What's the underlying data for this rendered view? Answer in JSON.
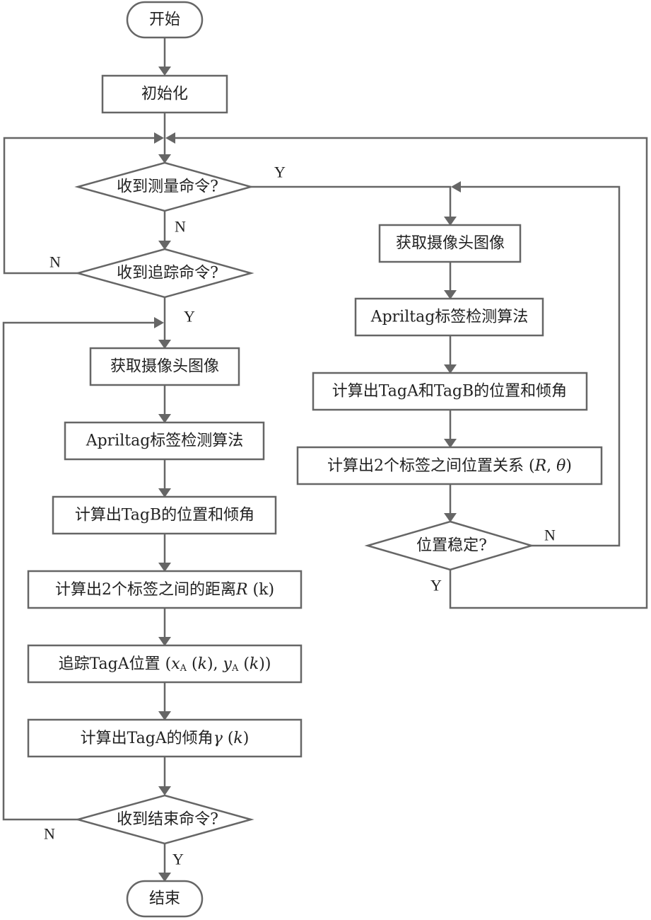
{
  "diagram": {
    "type": "flowchart",
    "nodes": {
      "start": "开始",
      "init": "初始化",
      "q_measure": "收到测量命令?",
      "q_track": "收到追踪命令?",
      "l_capture": "获取摄像头图像",
      "l_apriltag": "Apriltag标签检测算法",
      "l_tagb": "计算出TagB的位置和倾角",
      "l_distance": "计算出2个标签之间的距离R (k)",
      "l_track_pos": "追踪TagA位置 (xA (k), yA (k))",
      "l_tilt": "计算出TagA的倾角γ (k)",
      "q_end": "收到结束命令?",
      "end": "结束",
      "r_capture": "获取摄像头图像",
      "r_apriltag": "Apriltag标签检测算法",
      "r_tagab": "计算出TagA和TagB的位置和倾角",
      "r_relation": "计算出2个标签之间位置关系 (R, θ)",
      "q_stable": "位置稳定?"
    },
    "rich": {
      "l_distance": {
        "pre": "计算出2个标签之间的距离",
        "var": "R",
        "post": " (k)"
      },
      "l_track_pos": {
        "pre": "追踪TagA位置 (",
        "x": "x",
        "xsub": "A",
        "mid1": " (",
        "k1": "k",
        "mid2": "), ",
        "y": "y",
        "ysub": "A",
        "mid3": " (",
        "k2": "k",
        "post": "))"
      },
      "l_tilt": {
        "pre": "计算出TagA的倾角",
        "var": "γ",
        "mid": " (",
        "k": "k",
        "post": ")"
      },
      "r_relation": {
        "pre": "计算出2个标签之间位置关系 (",
        "r": "R",
        "comma": ", ",
        "theta": "θ",
        "post": ")"
      }
    },
    "edge_labels": {
      "measure_yes": "Y",
      "measure_no": "N",
      "track_no": "N",
      "track_yes": "Y",
      "end_no": "N",
      "end_yes": "Y",
      "stable_no": "N",
      "stable_yes": "Y"
    },
    "edges": [
      [
        "start",
        "init"
      ],
      [
        "init",
        "q_measure"
      ],
      [
        "q_measure",
        "r_capture",
        "Y"
      ],
      [
        "q_measure",
        "q_track",
        "N"
      ],
      [
        "q_track",
        "q_measure",
        "N"
      ],
      [
        "q_track",
        "l_capture",
        "Y"
      ],
      [
        "l_capture",
        "l_apriltag"
      ],
      [
        "l_apriltag",
        "l_tagb"
      ],
      [
        "l_tagb",
        "l_distance"
      ],
      [
        "l_distance",
        "l_track_pos"
      ],
      [
        "l_track_pos",
        "l_tilt"
      ],
      [
        "l_tilt",
        "q_end"
      ],
      [
        "q_end",
        "l_capture",
        "N"
      ],
      [
        "q_end",
        "end",
        "Y"
      ],
      [
        "r_capture",
        "r_apriltag"
      ],
      [
        "r_apriltag",
        "r_tagab"
      ],
      [
        "r_tagab",
        "r_relation"
      ],
      [
        "r_relation",
        "q_stable"
      ],
      [
        "q_stable",
        "r_capture",
        "N"
      ],
      [
        "q_stable",
        "q_measure",
        "Y"
      ]
    ]
  }
}
